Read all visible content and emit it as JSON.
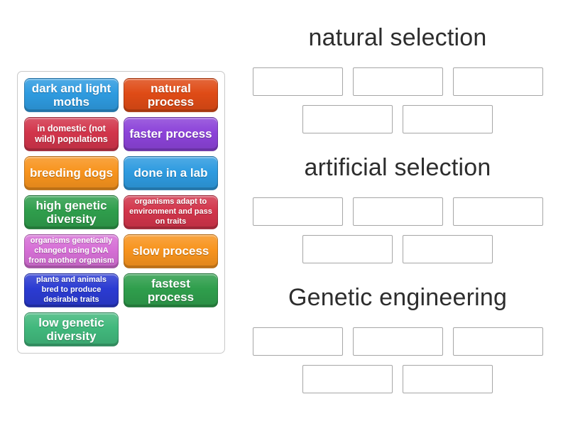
{
  "activity": {
    "type": "group-sort",
    "background_color": "#ffffff",
    "title_color": "#2d2d2d"
  },
  "tray": {
    "tiles": [
      {
        "id": "dark-and-light-moths",
        "label": "dark and light moths",
        "color": "#2E9BE0",
        "size": "lg"
      },
      {
        "id": "natural-process",
        "label": "natural process",
        "color": "#DF4B16",
        "size": "lg"
      },
      {
        "id": "in-domestic-populations",
        "label": "in domestic (not wild) populations",
        "color": "#D2354B",
        "size": "md"
      },
      {
        "id": "faster-process",
        "label": "faster process",
        "color": "#8C43D9",
        "size": "lg"
      },
      {
        "id": "breeding-dogs",
        "label": "breeding dogs",
        "color": "#F8941E",
        "size": "lg"
      },
      {
        "id": "done-in-a-lab",
        "label": "done in a lab",
        "color": "#2E9BE0",
        "size": "lg"
      },
      {
        "id": "high-genetic-diversity",
        "label": "high genetic diversity",
        "color": "#2F9E4C",
        "size": "lg"
      },
      {
        "id": "organisms-adapt",
        "label": "organisms adapt to environment and pass on traits",
        "color": "#D2354B",
        "size": "sm"
      },
      {
        "id": "genetically-changed-dna",
        "label": "organisms genetically changed using DNA from another organism",
        "color": "#D66FD6",
        "size": "sm"
      },
      {
        "id": "slow-process",
        "label": "slow process",
        "color": "#F8941E",
        "size": "lg"
      },
      {
        "id": "bred-desirable-traits",
        "label": "plants and animals bred to produce desirable traits",
        "color": "#2B3BD2",
        "size": "sm"
      },
      {
        "id": "fastest-process",
        "label": "fastest process",
        "color": "#2F9E4C",
        "size": "lg"
      },
      {
        "id": "low-genetic-diversity",
        "label": "low genetic diversity",
        "color": "#41B87C",
        "size": "lg"
      }
    ]
  },
  "groups": [
    {
      "id": "natural-selection",
      "title": "natural selection",
      "slot_count": 5,
      "slot_rows": [
        3,
        2
      ]
    },
    {
      "id": "artificial-selection",
      "title": "artificial selection",
      "slot_count": 5,
      "slot_rows": [
        3,
        2
      ]
    },
    {
      "id": "genetic-engineering",
      "title": "Genetic engineering",
      "slot_count": 5,
      "slot_rows": [
        3,
        2
      ]
    }
  ]
}
